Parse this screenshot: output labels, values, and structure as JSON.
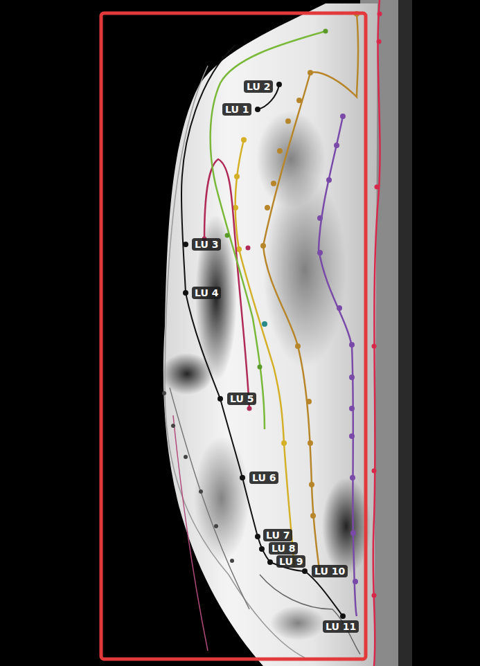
{
  "diagram": {
    "labels": [
      "LU 2",
      "LU 1",
      "LU 3",
      "LU 4",
      "LU 5",
      "LU 6",
      "LU 7",
      "LU 8",
      "LU 9",
      "LU 10",
      "LU 11"
    ]
  }
}
